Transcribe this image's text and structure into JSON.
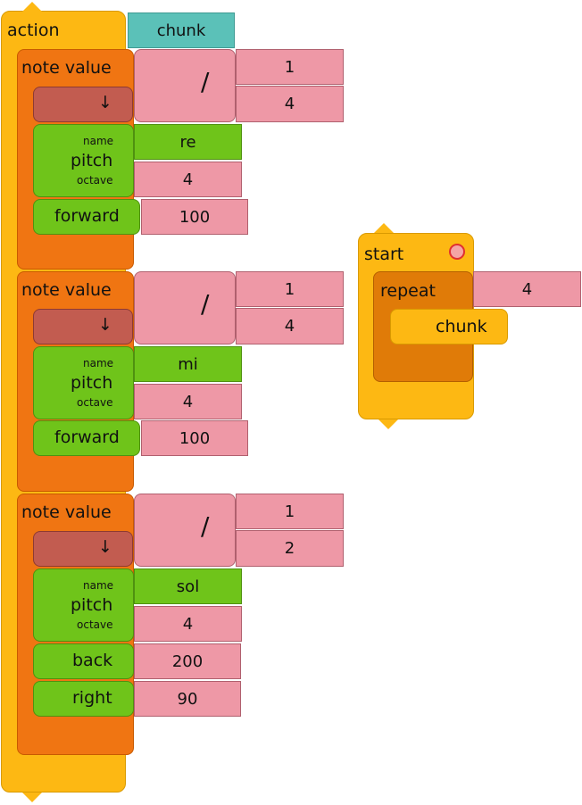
{
  "action": {
    "label": "action",
    "name_value": "chunk",
    "notes": [
      {
        "note_label": "note value",
        "numerator": "1",
        "denominator": "4",
        "arrow": "↓",
        "pitch_label": "pitch",
        "name_label": "name",
        "octave_label": "octave",
        "pitch_name": "re",
        "octave": "4",
        "move_label": "forward",
        "move_value": "100"
      },
      {
        "note_label": "note value",
        "numerator": "1",
        "denominator": "4",
        "arrow": "↓",
        "pitch_label": "pitch",
        "name_label": "name",
        "octave_label": "octave",
        "pitch_name": "mi",
        "octave": "4",
        "move_label": "forward",
        "move_value": "100"
      },
      {
        "note_label": "note value",
        "numerator": "1",
        "denominator": "2",
        "arrow": "↓",
        "pitch_label": "pitch",
        "name_label": "name",
        "octave_label": "octave",
        "pitch_name": "sol",
        "octave": "4",
        "move_label": "back",
        "move_value": "200",
        "turn_label": "right",
        "turn_value": "90"
      }
    ],
    "divide_symbol": "/"
  },
  "start": {
    "label": "start",
    "repeat_label": "repeat",
    "repeat_count": "4",
    "call_label": "chunk"
  },
  "colors": {
    "flow": "#fdb813",
    "note": "#f07512",
    "pitch": "#6fc41a",
    "number": "#ee98a6",
    "action_name": "#5bc1b8"
  },
  "icons": [
    "start-mouse-icon"
  ]
}
